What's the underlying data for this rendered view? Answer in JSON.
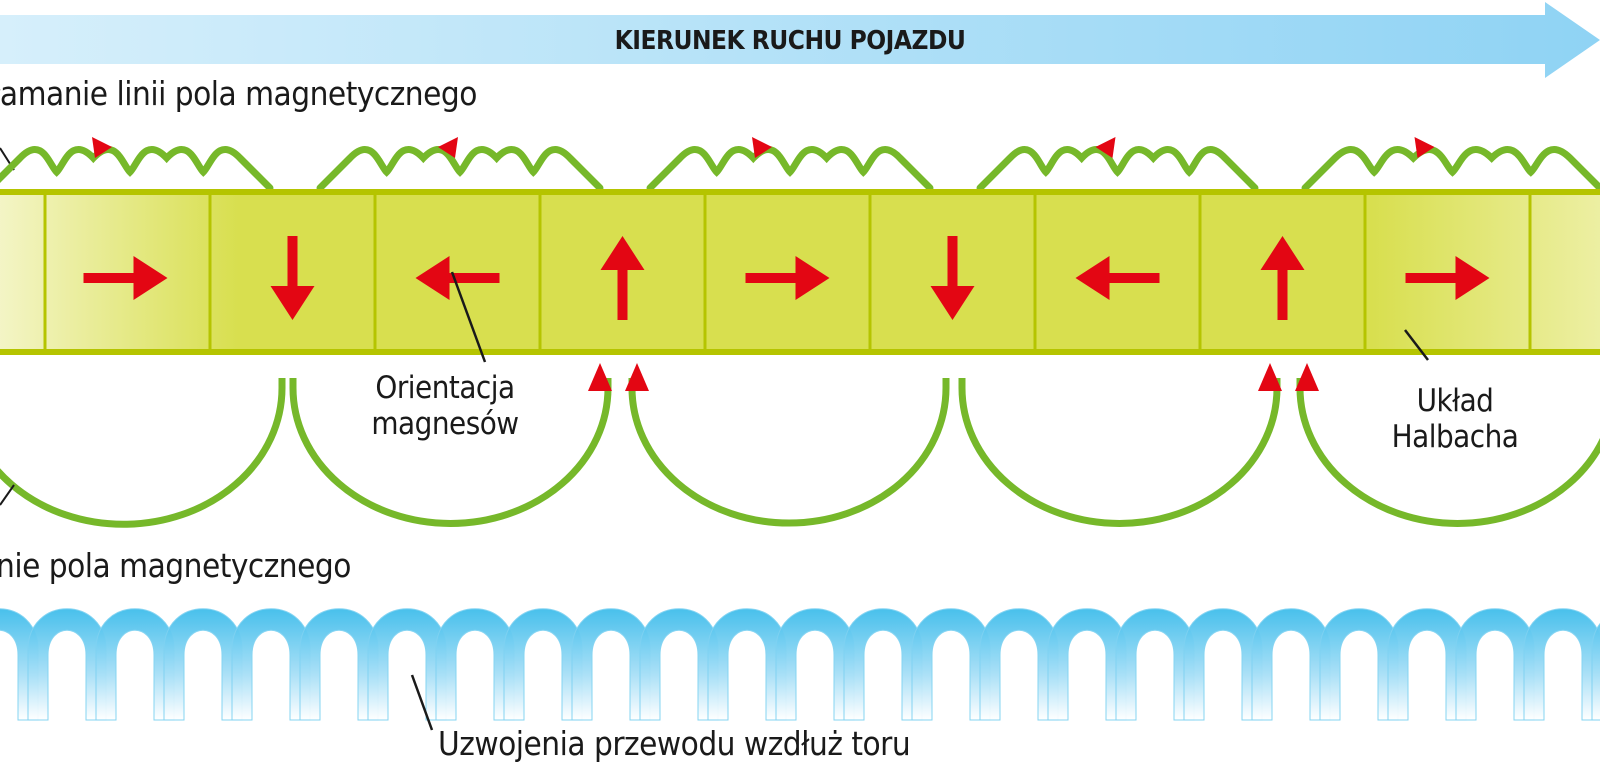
{
  "header": {
    "title": "KIERUNEK RUCHU POJAZDU"
  },
  "labels": {
    "upper_field": "łamanie linii pola magnetycznego",
    "lower_field": "nie pola magnetycznego",
    "orientation_line1": "Orientacja",
    "orientation_line2": "magnesów",
    "halbach_line1": "Układ",
    "halbach_line2": "Halbacha",
    "coils": "Uzwojenia przewodu wzdłuż toru"
  },
  "magnets": [
    "right",
    "down",
    "left",
    "up",
    "right",
    "down",
    "left",
    "up",
    "right"
  ],
  "colors": {
    "arrow": "#e30613",
    "field": "#76b82a",
    "strip": "#d8df4f",
    "strip_border": "#b5c400",
    "banner": "#8fd3f4",
    "coil": "#4cc3ee"
  }
}
